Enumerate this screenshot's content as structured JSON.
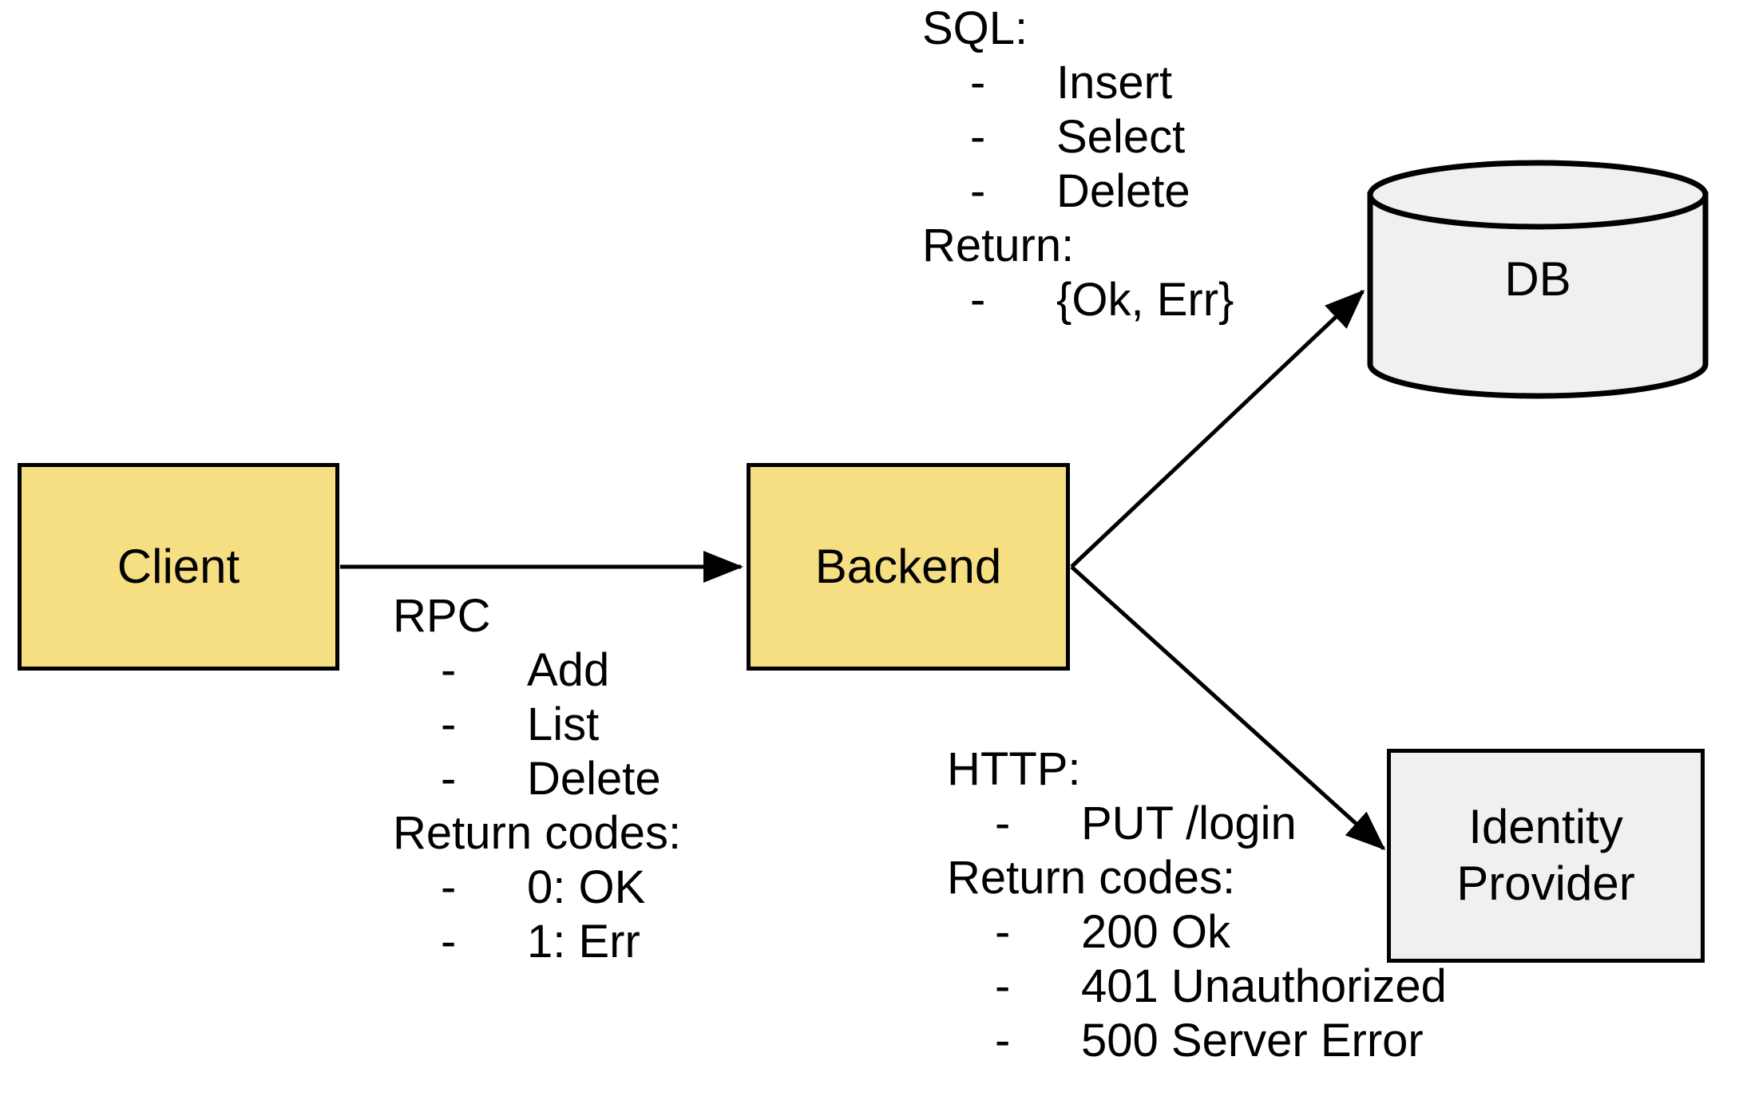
{
  "diagram": {
    "title": "Client / Backend / DB / Identity Provider architecture",
    "colors": {
      "service_fill": "#F6DE82",
      "external_fill": "#F0F0F0",
      "stroke": "#000000",
      "background": "#FFFFFF"
    }
  },
  "nodes": {
    "client": {
      "label": "Client",
      "shape": "rectangle",
      "fill": "#F6DE82"
    },
    "backend": {
      "label": "Backend",
      "shape": "rectangle",
      "fill": "#F6DE82"
    },
    "db": {
      "label": "DB",
      "shape": "cylinder",
      "fill": "#F0F0F0"
    },
    "identity_provider": {
      "label": "Identity\nProvider",
      "label_line1": "Identity",
      "label_line2": "Provider",
      "shape": "rectangle",
      "fill": "#F0F0F0"
    }
  },
  "edges": [
    {
      "name": "client-to-backend",
      "from": "client",
      "to": "backend",
      "style": "solid-arrow",
      "annotation": "rpc"
    },
    {
      "name": "backend-to-db",
      "from": "backend",
      "to": "db",
      "style": "solid-arrow",
      "annotation": "sql"
    },
    {
      "name": "backend-to-identity-provider",
      "from": "backend",
      "to": "identity_provider",
      "style": "solid-arrow",
      "annotation": "http"
    }
  ],
  "annotations": {
    "rpc": {
      "heading": "RPC",
      "items": [
        "Add",
        "List",
        "Delete"
      ],
      "returns_heading": "Return codes:",
      "returns": [
        "0: OK",
        "1: Err"
      ],
      "bullet": "-"
    },
    "sql": {
      "heading": "SQL:",
      "items": [
        "Insert",
        "Select",
        "Delete"
      ],
      "returns_heading": "Return:",
      "returns": [
        "{Ok, Err}"
      ],
      "bullet": "-"
    },
    "http": {
      "heading": "HTTP:",
      "items": [
        "PUT /login"
      ],
      "returns_heading": "Return codes:",
      "returns": [
        "200 Ok",
        "401 Unauthorized",
        "500 Server Error"
      ],
      "bullet": "-"
    }
  }
}
